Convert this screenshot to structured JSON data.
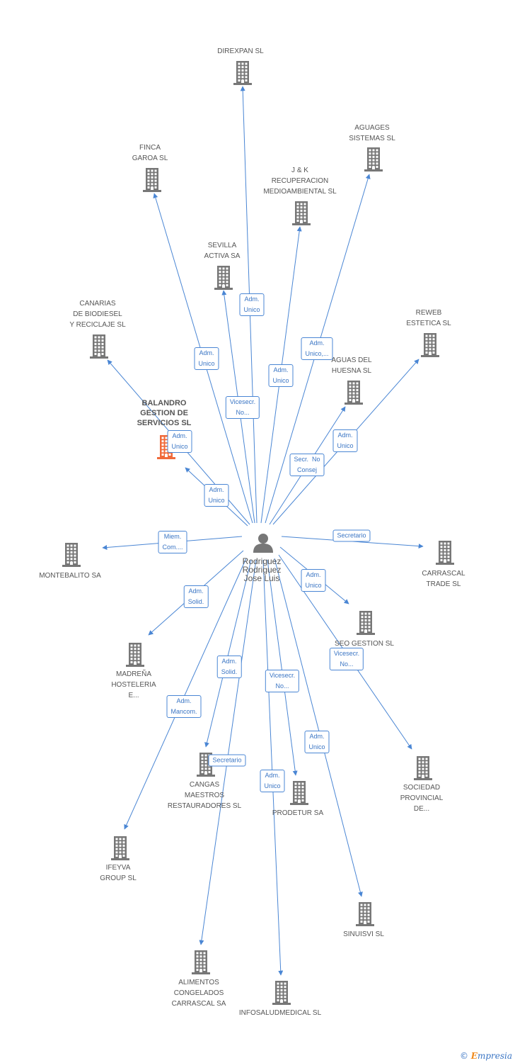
{
  "center": {
    "id": "person",
    "label": "Rodriguez\nRodriguez\nJose Luis",
    "icon": "person-icon"
  },
  "colors": {
    "edge": "#4a86d4",
    "building": "#777777",
    "focus_building": "#f06a3a",
    "label": "#555555"
  },
  "nodes": [
    {
      "id": "direxpan",
      "label": "DIREXPAN SL",
      "icon": "building-icon"
    },
    {
      "id": "aguages",
      "label": "AGUAGES\nSISTEMAS SL",
      "icon": "building-icon"
    },
    {
      "id": "finca",
      "label": "FINCA\nGAROA SL",
      "icon": "building-icon"
    },
    {
      "id": "jk",
      "label": "J & K\nRECUPERACION\nMEDIOAMBIENTAL SL",
      "icon": "building-icon"
    },
    {
      "id": "sevilla",
      "label": "SEVILLA\nACTIVA SA",
      "icon": "building-icon"
    },
    {
      "id": "canarias",
      "label": "CANARIAS\nDE BIODIESEL\nY RECICLAJE SL",
      "icon": "building-icon"
    },
    {
      "id": "reweb",
      "label": "REWEB\nESTETICA SL",
      "icon": "building-icon"
    },
    {
      "id": "aguas",
      "label": "AGUAS DEL\nHUESNA SL",
      "icon": "building-icon"
    },
    {
      "id": "balandro",
      "label": "BALANDRO\nGESTION DE\nSERVICIOS SL",
      "icon": "building-icon",
      "focus": true
    },
    {
      "id": "montebalito",
      "label": "MONTEBALITO SA",
      "icon": "building-icon"
    },
    {
      "id": "carrascal",
      "label": "CARRASCAL\nTRADE SL",
      "icon": "building-icon"
    },
    {
      "id": "seo",
      "label": "SEO GESTION SL",
      "icon": "building-icon"
    },
    {
      "id": "madrena",
      "label": "MADREÑA\nHOSTELERIA\nE...",
      "icon": "building-icon"
    },
    {
      "id": "sociedad",
      "label": "SOCIEDAD\nPROVINCIAL\nDE...",
      "icon": "building-icon"
    },
    {
      "id": "cangas",
      "label": "CANGAS\nMAESTROS\nRESTAURADORES SL",
      "icon": "building-icon"
    },
    {
      "id": "prodetur",
      "label": "PRODETUR SA",
      "icon": "building-icon"
    },
    {
      "id": "ifeyva",
      "label": "IFEYVA\nGROUP SL",
      "icon": "building-icon"
    },
    {
      "id": "sinuisvi",
      "label": "SINUISVI SL",
      "icon": "building-icon"
    },
    {
      "id": "alimentos",
      "label": "ALIMENTOS\nCONGELADOS\nCARRASCAL SA",
      "icon": "building-icon"
    },
    {
      "id": "infosalud",
      "label": "INFOSALUDMEDICAL SL",
      "icon": "building-icon"
    }
  ],
  "edges": [
    {
      "target": "direxpan",
      "label": "Adm.\nUnico"
    },
    {
      "target": "aguages",
      "label": "Adm.\nUnico,..."
    },
    {
      "target": "finca",
      "label": "Adm.\nUnico"
    },
    {
      "target": "jk",
      "label": "Adm.\nUnico"
    },
    {
      "target": "sevilla",
      "label": "Vicesecr.\nNo..."
    },
    {
      "target": "canarias",
      "label": "Adm.\nUnico"
    },
    {
      "target": "balandro",
      "label": "Adm.\nUnico"
    },
    {
      "target": "reweb",
      "label": "Adm.\nUnico"
    },
    {
      "target": "aguas",
      "label": "Secr.  No\nConsej"
    },
    {
      "target": "montebalito",
      "label": "Miem.\nCom...."
    },
    {
      "target": "carrascal",
      "label": "Secretario"
    },
    {
      "target": "seo",
      "label": "Adm.\nUnico"
    },
    {
      "target": "madrena",
      "label": "Adm.\nSolid."
    },
    {
      "target": "sociedad",
      "label": "Vicesecr.\nNo..."
    },
    {
      "target": "cangas",
      "label": "Adm.\nSolid."
    },
    {
      "target": "prodetur",
      "label": "Vicesecr.\nNo..."
    },
    {
      "target": "ifeyva",
      "label": "Adm.\nMancom."
    },
    {
      "target": "sinuisvi",
      "label": "Adm.\nUnico"
    },
    {
      "target": "alimentos",
      "label": "Secretario"
    },
    {
      "target": "infosalud",
      "label": "Adm.\nUnico"
    }
  ],
  "branding": {
    "copyright": "©",
    "name_first": "E",
    "name_rest": "mpresia"
  }
}
